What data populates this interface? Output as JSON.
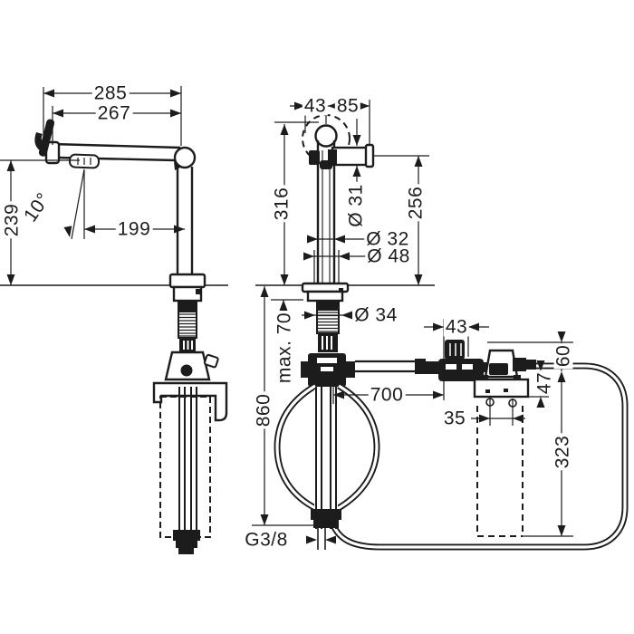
{
  "style": {
    "line_color": "#1c1c1c",
    "background": "#ffffff"
  },
  "dims": {
    "side": {
      "d285": "285",
      "d267": "267",
      "d239": "239",
      "d10": "10°",
      "d199": "199"
    },
    "front": {
      "d43": "43",
      "d85": "85",
      "d316": "316",
      "d256": "256",
      "d31": "Ø 31",
      "d32": "Ø 32",
      "d48": "Ø 48",
      "d34": "Ø 34",
      "dmax70": "max. 70",
      "d700": "700",
      "d860": "860",
      "dg38": "G3/8"
    },
    "filter": {
      "d43": "43",
      "d60": "60",
      "d47": "47",
      "d35": "35",
      "d323": "323"
    }
  }
}
